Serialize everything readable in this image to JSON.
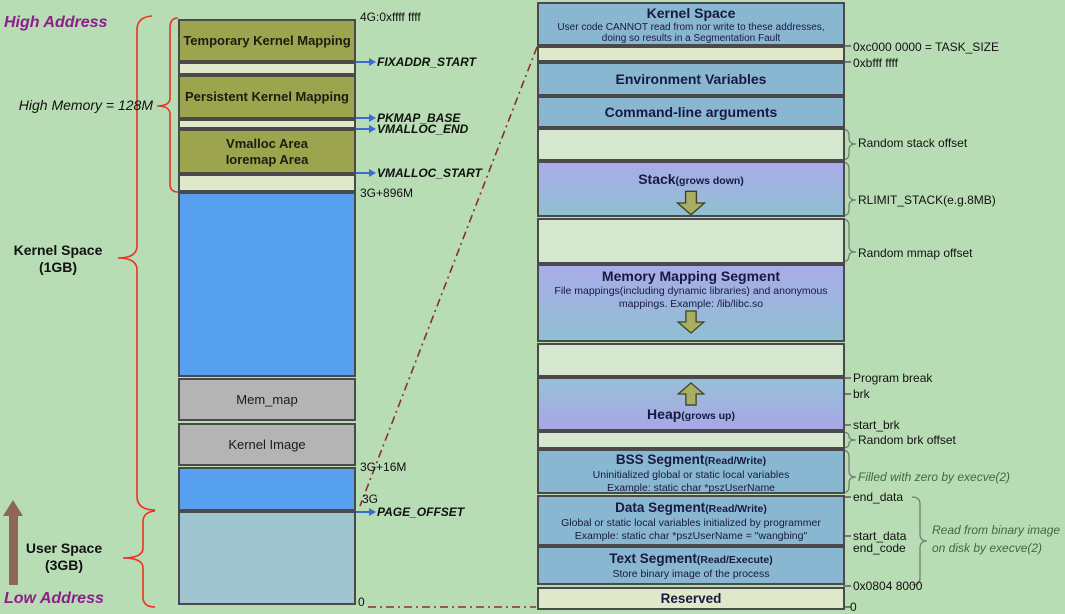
{
  "side_labels": {
    "high_address": "High Address",
    "high_memory": "High Memory = 128M",
    "kernel_space_1": "Kernel Space",
    "kernel_space_2": "(1GB)",
    "user_space_1": "User Space",
    "user_space_2": "(3GB)",
    "low_address": "Low Address"
  },
  "left_column": {
    "box_temporary": "Temporary Kernel Mapping",
    "box_persistent": "Persistent Kernel Mapping",
    "box_vmalloc_1": "Vmalloc Area",
    "box_vmalloc_2": "Ioremap Area",
    "box_mem_map": "Mem_map",
    "box_kernel_image": "Kernel Image",
    "addr_4g": "4G:0xffff ffff",
    "addr_3g_896m": "3G+896M",
    "addr_3g_16m": "3G+16M",
    "addr_3g": "3G",
    "addr_0": "0",
    "pointers": [
      {
        "label": "FIXADDR_START"
      },
      {
        "label": "PKMAP_BASE"
      },
      {
        "label": "VMALLOC_END"
      },
      {
        "label": "VMALLOC_START"
      },
      {
        "label": "PAGE_OFFSET"
      }
    ]
  },
  "right_column": {
    "kernel_space": {
      "title": "Kernel Space",
      "sub1": "User code CANNOT read from nor write to these addresses,",
      "sub2": "doing so results in a Segmentation Fault"
    },
    "environment": "Environment Variables",
    "cmdline": "Command-line arguments",
    "stack": {
      "title": "Stack",
      "suffix": "(grows down)"
    },
    "mms": {
      "title": "Memory Mapping Segment",
      "sub1": "File mappings(including dynamic libraries) and anonymous",
      "sub2": "mappings. Example: /lib/libc.so"
    },
    "heap": {
      "title": "Heap",
      "suffix": "(grows up)"
    },
    "bss": {
      "title": "BSS Segment",
      "suffix": "(Read/Write)",
      "sub1": "Uninitialized global or static local variables",
      "sub2": "Example: static char *pszUserName"
    },
    "data_seg": {
      "title": "Data Segment",
      "suffix": "(Read/Write)",
      "sub1": "Global or static local variables initialized by programmer",
      "sub2": "Example: static char *pszUserName = \"wangbing\""
    },
    "text_seg": {
      "title": "Text Segment",
      "suffix": "(Read/Execute)",
      "sub1": "Store binary image of the process"
    },
    "reserved": "Reserved",
    "addr_task_size": "0xc000 0000 = TASK_SIZE",
    "addr_bfff": "0xbfff ffff",
    "ann_stack_offset": "Random stack offset",
    "ann_rlimit": "RLIMIT_STACK(e.g.8MB)",
    "ann_mmap_offset": "Random mmap offset",
    "lbl_program_break": "Program break",
    "lbl_brk": "brk",
    "lbl_start_brk": "start_brk",
    "ann_brk_offset": "Random brk offset",
    "note_filled_zero": "Filled with zero by execve(2)",
    "lbl_end_data": "end_data",
    "lbl_start_data": "start_data",
    "lbl_end_code": "end_code",
    "note_read_binary_1": "Read from binary image",
    "note_read_binary_2": "on disk by execve(2)",
    "addr_0804": "0x0804 8000",
    "addr_0": "0"
  },
  "colors": {
    "background": "#b8dcb4",
    "olive_box": "#9da44e",
    "cream_box": "#dfe9c9",
    "bright_blue_box": "#57a0ef",
    "gray_box": "#b4b4b4",
    "user_space_box": "#9fc5d0",
    "process_blue_box": "#89b7d2",
    "gap_green_box": "#d6e7cf",
    "gradient_purple": "#a9abe9",
    "gradient_blue": "#8fc0d2",
    "brace_red": "#ed3223",
    "brace_green": "#6f8272",
    "note_green": "#3e6b40",
    "pointer_blue": "#3a6ad4",
    "dash_line": "#8a3222",
    "purple_label": "#8c1d8c",
    "arrow_brown": "#8e6657",
    "block_arrow_olive": "#a9ae62"
  }
}
